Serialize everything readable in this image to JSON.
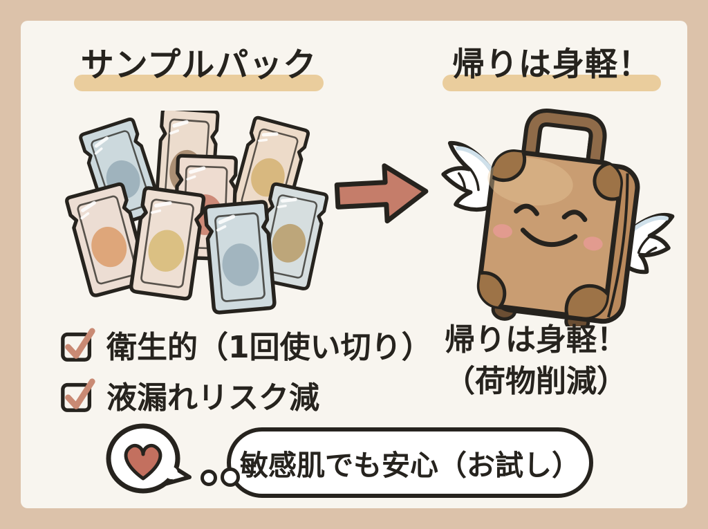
{
  "palette": {
    "frame": "#dcc2aa",
    "panel": "#f8f5ef",
    "ink": "#26231e",
    "highlight": "#eacd9d",
    "arrow": "#c57d6a",
    "heart": "#c3705f",
    "check": "#c98a74",
    "wing_shade": "#cfe0ea",
    "case_body": "#c99d72",
    "case_side": "#b9895c",
    "case_corner": "#9d7347",
    "case_handle": "#8f6b49",
    "blush": "#e29b8f"
  },
  "header": {
    "title_left": "サンプルパック",
    "title_right": "帰りは身軽！"
  },
  "checklist": [
    {
      "label": "衛生的（1回使い切り）"
    },
    {
      "label": "液漏れリスク減"
    }
  ],
  "benefit": {
    "line1": "帰りは身軽！",
    "line2": "（荷物削減）"
  },
  "bubble": {
    "text": "敏感肌でも安心（お試し）"
  },
  "icons": {
    "packets": "sample-sachets-cluster",
    "arrow": "right-arrow",
    "suitcase": "winged-suitcase-mascot",
    "heart": "heart-speech-bubble",
    "checkbox": "checked-checkbox"
  },
  "packet_colors": [
    {
      "name": "beige-brown",
      "body": "#ecdccd",
      "circle": "#ab8f74"
    },
    {
      "name": "beige-gold",
      "body": "#eddbc9",
      "circle": "#d8b87f"
    },
    {
      "name": "blue-slate",
      "body": "#ccd9dd",
      "circle": "#9fb3bd"
    },
    {
      "name": "beige-terracotta",
      "body": "#eedcd0",
      "circle": "#cd8a78"
    },
    {
      "name": "blue-olive",
      "body": "#d6dedf",
      "circle": "#bda67a"
    },
    {
      "name": "beige-orange",
      "body": "#ecddd3",
      "circle": "#dea67a"
    },
    {
      "name": "beige-khaki",
      "body": "#eedfd3",
      "circle": "#dbc083"
    },
    {
      "name": "blue-slate2",
      "body": "#cfdbdf",
      "circle": "#a2b5bf"
    }
  ]
}
